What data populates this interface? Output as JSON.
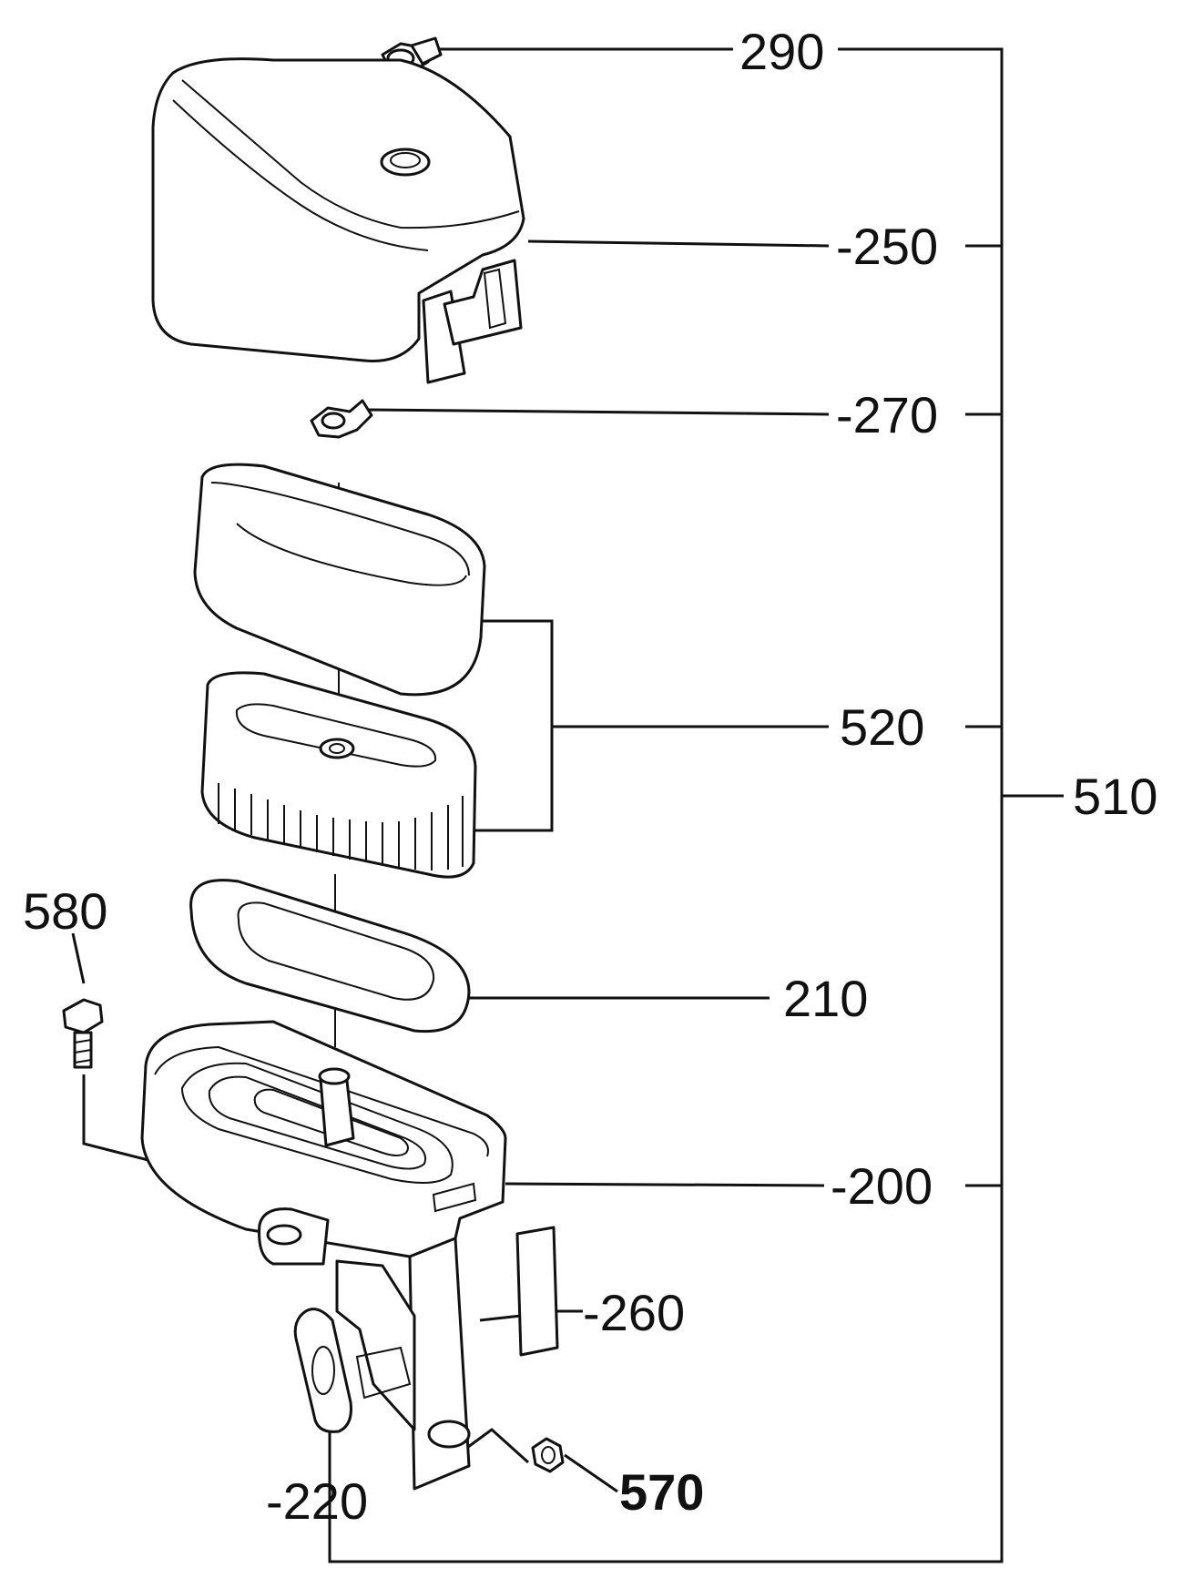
{
  "labels": {
    "p290": "290",
    "p250": "-250",
    "p270": "-270",
    "p520": "520",
    "p510": "510",
    "p580": "580",
    "p210": "210",
    "p200": "-200",
    "p260": "-260",
    "p570": "570",
    "p220": "-220"
  },
  "colors": {
    "line": "#111111",
    "background": "#ffffff"
  }
}
